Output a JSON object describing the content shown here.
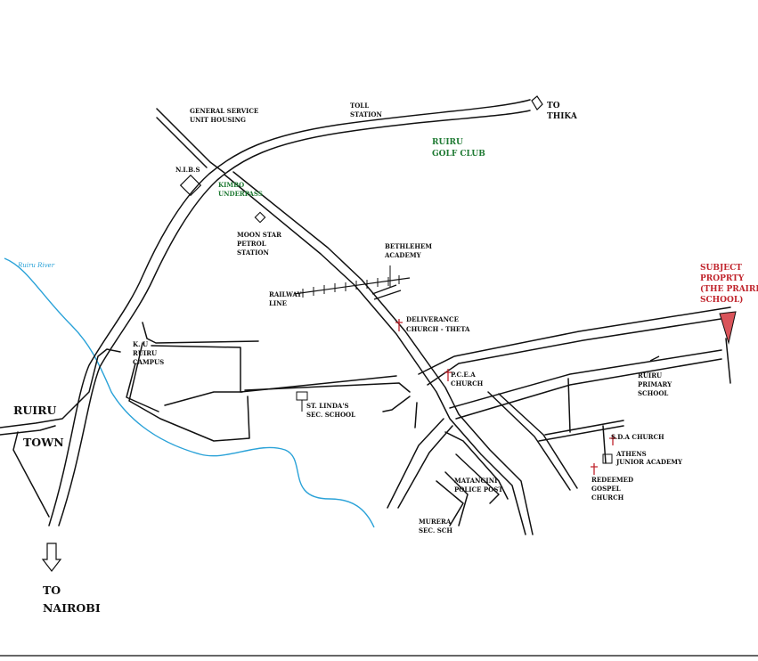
{
  "labels": {
    "general_service_1": "GENERAL SERVICE",
    "general_service_2": "UNIT HOUSING",
    "toll_1": "TOLL",
    "toll_2": "STATION",
    "to_thika_1": "TO",
    "to_thika_2": "THIKA",
    "golf_1": "RUIRU",
    "golf_2": "GOLF CLUB",
    "nibs": "N.I.B.S",
    "kimbo_1": "KIMBO",
    "kimbo_2": "UNDERPASS",
    "moonstar_1": "MOON STAR",
    "moonstar_2": "PETROL",
    "moonstar_3": "STATION",
    "bethlehem_1": "BETHLEHEM",
    "bethlehem_2": "ACADEMY",
    "river": "Ruiru River",
    "railway_1": "RAILWAY",
    "railway_2": "LINE",
    "deliverance_1": "DELIVERANCE",
    "deliverance_2": "CHURCH - THETA",
    "subject_1": "SUBJECT",
    "subject_2": "PROPRTY",
    "subject_3": "(THE PRAIRIE",
    "subject_4": "SCHOOL)",
    "ku_1": "K. U",
    "ku_2": "RUIRU",
    "ku_3": "CAMPUS",
    "pcea_1": "P.C.E.A",
    "pcea_2": "CHURCH",
    "ruiru_primary_1": "RUIRU",
    "ruiru_primary_2": "PRIMARY",
    "ruiru_primary_3": "SCHOOL",
    "stlindas_1": "ST. LINDA'S",
    "stlindas_2": "SEC. SCHOOL",
    "ruiru_town_1": "RUIRU",
    "ruiru_town_2": "TOWN",
    "sda": "S.D.A CHURCH",
    "athens_1": "ATHENS",
    "athens_2": "JUNIOR ACADEMY",
    "redeemed_1": "REDEEMED",
    "redeemed_2": "GOSPEL",
    "redeemed_3": "CHURCH",
    "matangini_1": "MATANGINI",
    "matangini_2": "POLICE POST",
    "murera_1": "MURERA",
    "murera_2": "SEC. SCH",
    "to_nairobi_1": "TO",
    "to_nairobi_2": "NAIROBI"
  },
  "colors": {
    "road": "#111111",
    "river": "#2aa2d8",
    "golf_club": "#1f7a33",
    "subject_property": "#c0242c",
    "subject_fill": "#d9545a"
  }
}
